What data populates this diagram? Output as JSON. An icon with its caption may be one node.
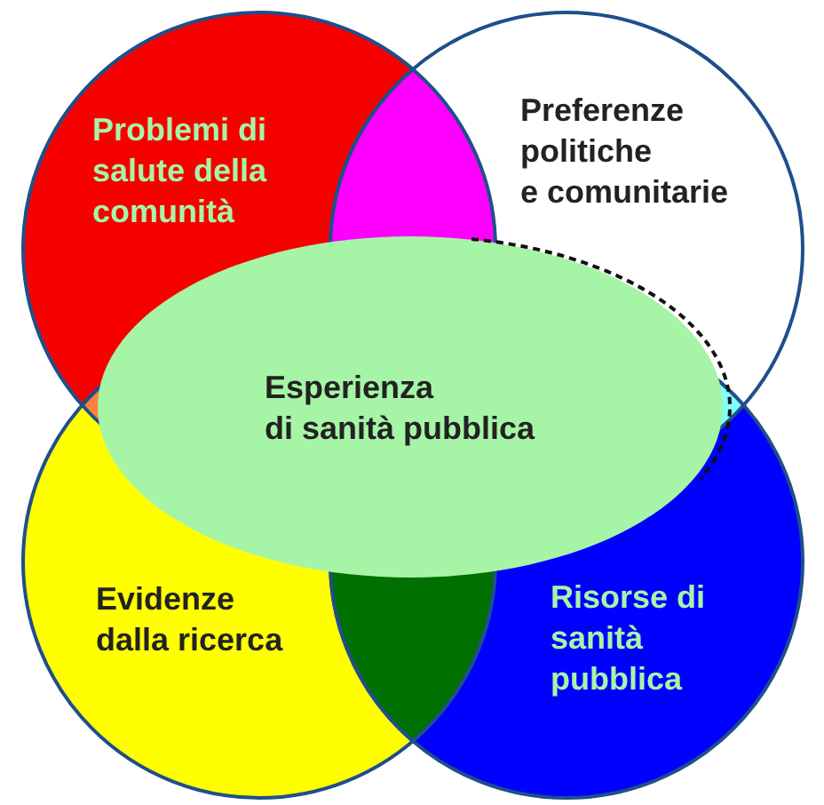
{
  "diagram": {
    "nodes": [
      {
        "text": [
          "Problemi di salute della comunità"
        ]
      },
      {
        "text": [
          "Preferenze politiche e comunitarie"
        ]
      },
      {
        "text": [
          "Esperienza di sanità pubblica"
        ]
      },
      {
        "text": [
          "Evidenze dalla ricerca"
        ]
      },
      {
        "text": [
          "Risorse di sanità pubblica"
        ]
      }
    ]
  }
}
